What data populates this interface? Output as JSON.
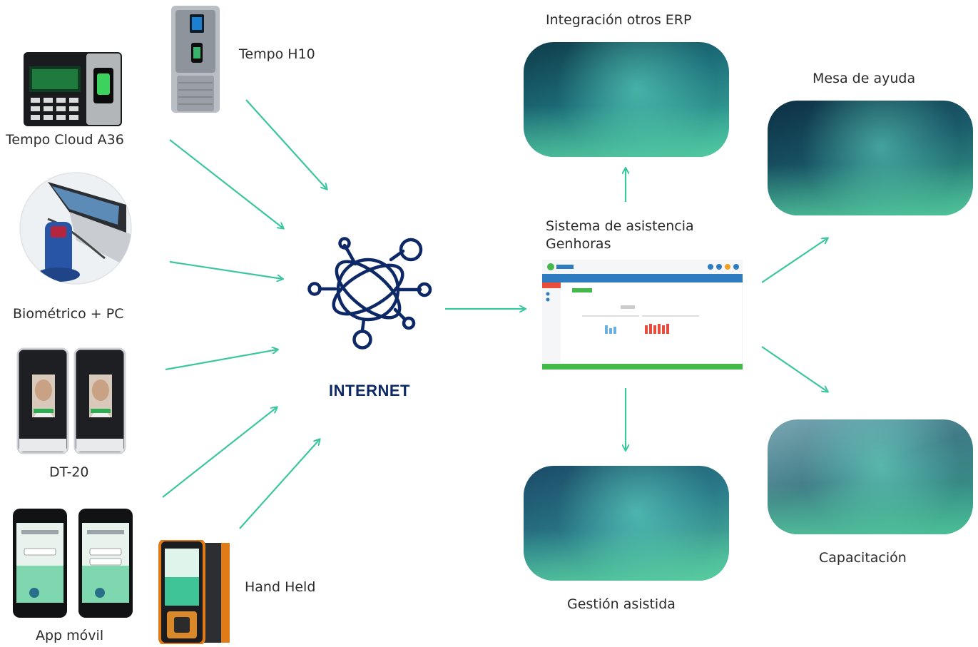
{
  "devices": {
    "tempo_h10": "Tempo H10",
    "tempo_cloud_a36": "Tempo Cloud A36",
    "biometrico_pc": "Biométrico + PC",
    "dt20": "DT-20",
    "app_movil": "App móvil",
    "hand_held": "Hand Held"
  },
  "hub": {
    "label": "INTERNET"
  },
  "system": {
    "title_line1": "Sistema de asistencia",
    "title_line2": "Genhoras"
  },
  "services": {
    "integracion": "Integración otros ERP",
    "mesa_ayuda": "Mesa de ayuda",
    "capacitacion": "Capacitación",
    "gestion": "Gestión asistida"
  },
  "colors": {
    "arrow": "#3cc6a0",
    "hub": "#0d2866",
    "brand_green": "#43b94a"
  }
}
